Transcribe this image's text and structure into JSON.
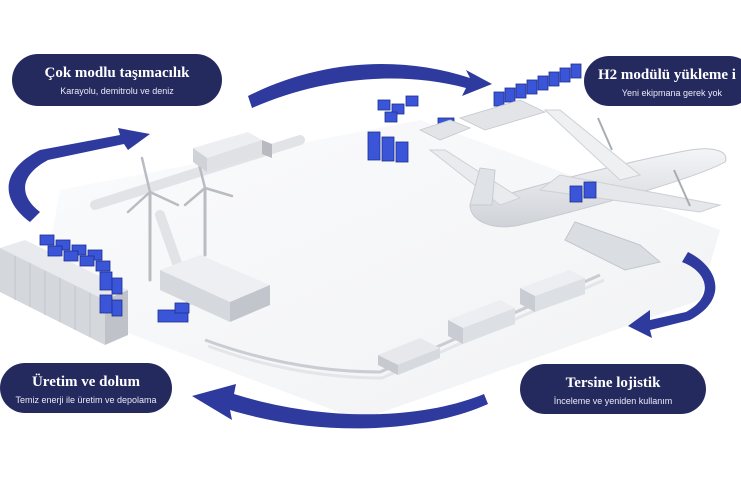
{
  "stages": {
    "multimodal": {
      "title": "Çok modlu taşımacılık",
      "subtitle": "Karayolu, demitrolu ve deniz"
    },
    "loading": {
      "title": "H2 modülü yükleme i",
      "subtitle": "Yeni ekipmana gerek yok"
    },
    "production": {
      "title": "Üretim ve dolum",
      "subtitle": "Temiz enerji ile üretim ve depolama"
    },
    "reverse": {
      "title": "Tersine lojistik",
      "subtitle": "İnceleme ve yeniden kullanım"
    }
  },
  "colors": {
    "pill": "#252a5e",
    "arrow": "#2e3a9e",
    "module": "#3a55d8",
    "scene_gray": "#d9dbe0"
  },
  "icons": [
    "cycle-arrow",
    "wind-turbine",
    "airplane",
    "train",
    "truck",
    "shipping-container",
    "hangar",
    "h2-module-rack"
  ]
}
